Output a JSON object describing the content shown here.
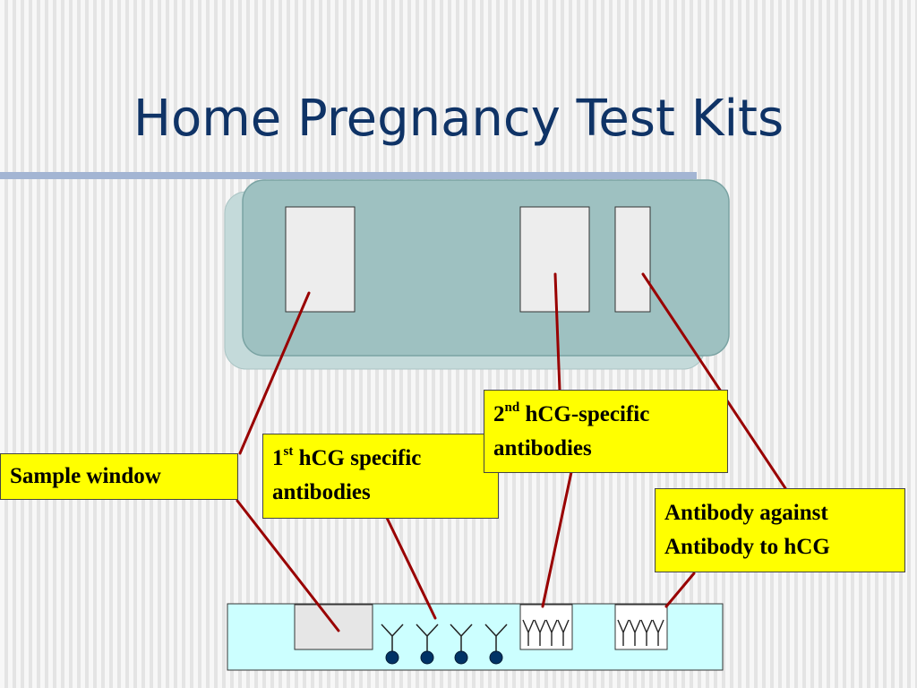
{
  "slide": {
    "title": "Home Pregnancy Test Kits"
  },
  "labels": {
    "sample_window": "Sample window",
    "first_antibodies": {
      "number": "1",
      "suffix": "st",
      "line1_rest": " hCG specific",
      "line2": "antibodies"
    },
    "second_antibodies": {
      "number": "2",
      "suffix": "nd",
      "line1_rest": " hCG-specific",
      "line2": "antibodies"
    },
    "antibody_against": {
      "line1": "Antibody against",
      "line2": "Antibody to hCG"
    }
  },
  "colors": {
    "title": "#0f3366",
    "title_rule": "#a3b5d3",
    "device_body": "#9ec1c1",
    "device_shadow": "#c4dada",
    "strip": "#ccffff",
    "label_fill": "#ffff00",
    "leader_line": "#990000",
    "antibody_dot": "#003366"
  }
}
